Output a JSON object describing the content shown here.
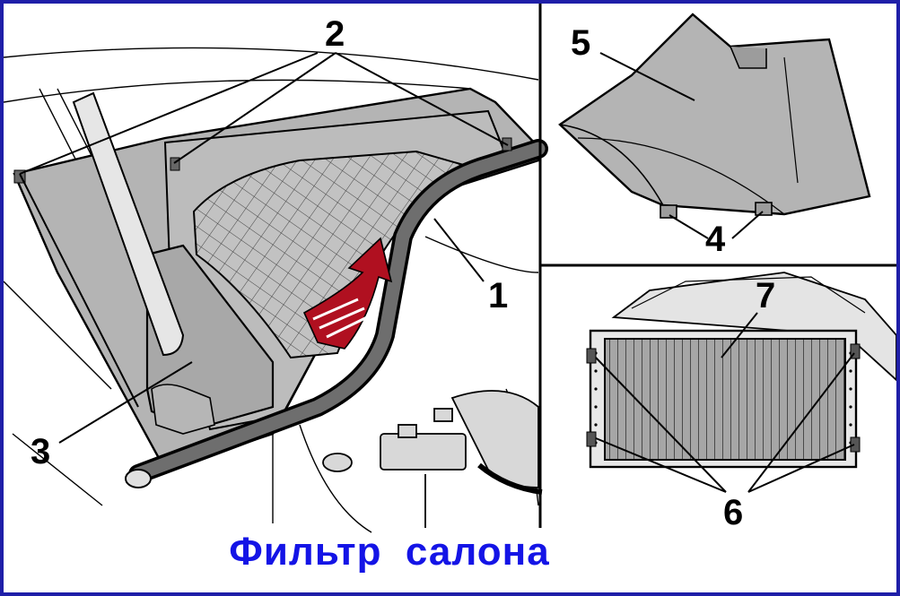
{
  "caption": "Фильтр  салона",
  "callouts": {
    "c1": "1",
    "c2": "2",
    "c3": "3",
    "c4": "4",
    "c5": "5",
    "c6": "6",
    "c7": "7"
  },
  "colors": {
    "frame": "#1f1fa8",
    "caption": "#1414e6",
    "part_fill": "#b4b4b4",
    "filter_fill": "#9a9a9a",
    "arrow_red": "#b01020"
  }
}
